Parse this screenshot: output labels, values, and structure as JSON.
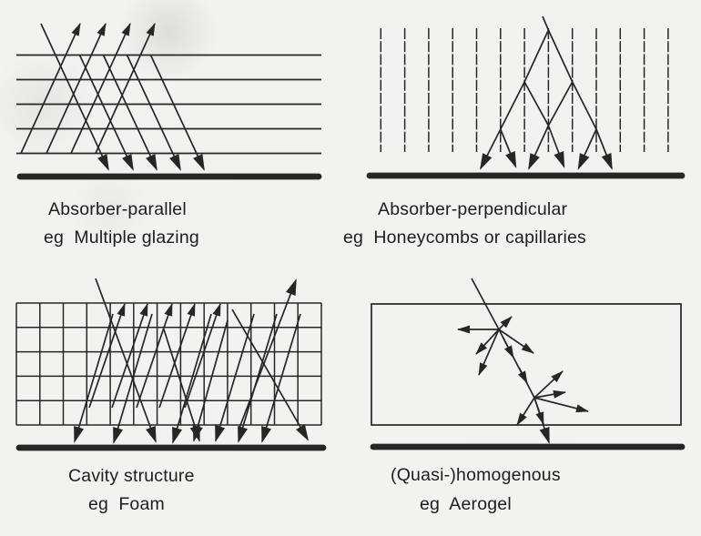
{
  "panels": [
    {
      "id": "absorber-parallel",
      "label": "Absorber-parallel",
      "example": "eg  Multiple glazing"
    },
    {
      "id": "absorber-perpendicular",
      "label": "Absorber-perpendicular",
      "example": "eg  Honeycombs or capillaries"
    },
    {
      "id": "cavity-structure",
      "label": "Cavity structure",
      "example": "eg  Foam"
    },
    {
      "id": "quasi-homogenous",
      "label": "(Quasi-)homogenous",
      "example": "eg  Aerogel"
    }
  ],
  "colors": {
    "ink": "#262626",
    "paper": "#f3f2ee"
  }
}
